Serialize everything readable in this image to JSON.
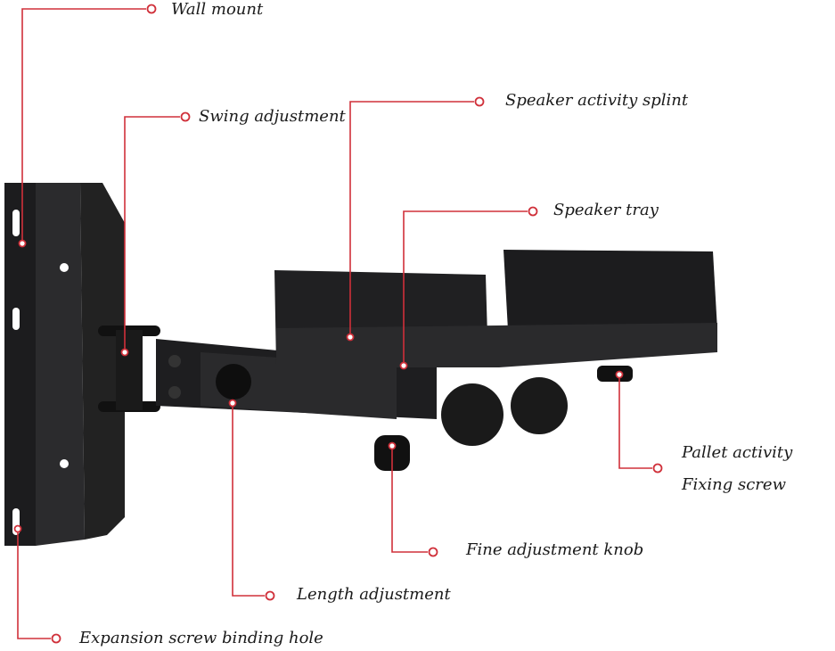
{
  "accent_color": "#d0303a",
  "labels": {
    "wall_mount": "Wall mount",
    "swing_adjustment": "Swing adjustment",
    "speaker_activity_splint": "Speaker activity splint",
    "speaker_tray": "Speaker tray",
    "pallet_activity": "Pallet activity",
    "fixing_screw": "Fixing screw",
    "fine_adjustment_knob": "Fine adjustment knob",
    "length_adjustment": "Length adjustment",
    "expansion_screw_binding_hole": "Expansion screw binding hole"
  }
}
